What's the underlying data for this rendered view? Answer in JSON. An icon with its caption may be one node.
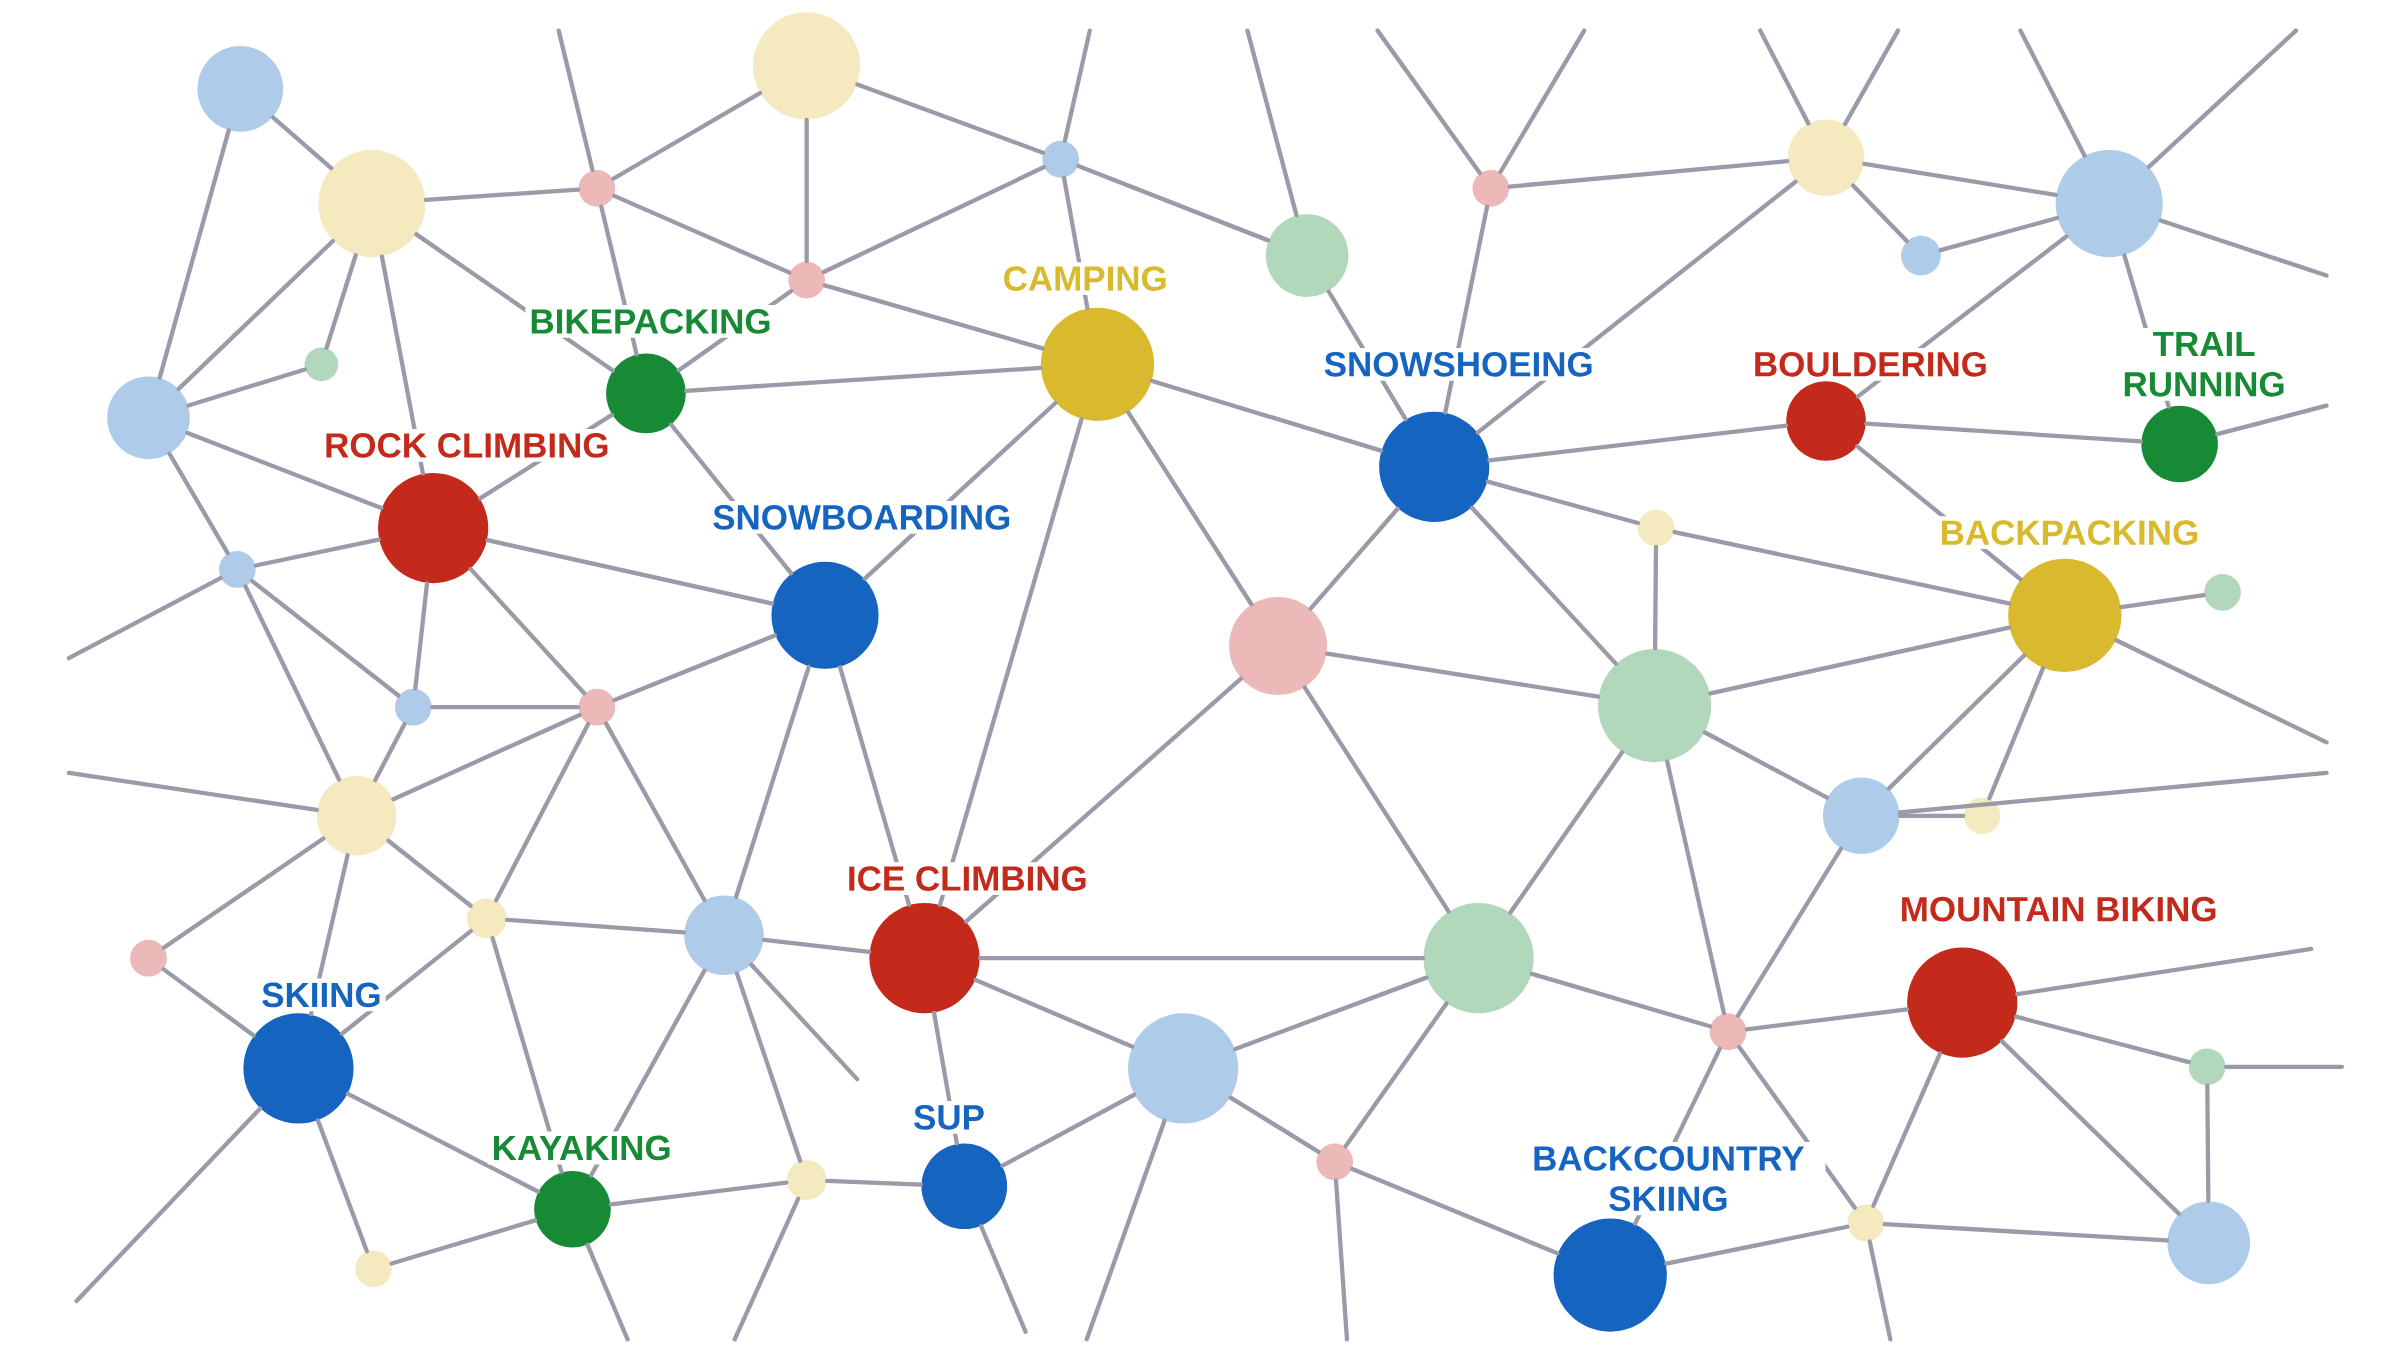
{
  "diagram": {
    "nodes": [
      {
        "text": [],
        "shape": "circle"
      },
      {
        "text": [],
        "shape": "circle"
      },
      {
        "text": [],
        "shape": "circle"
      },
      {
        "text": [],
        "shape": "circle"
      },
      {
        "text": [],
        "shape": "circle"
      },
      {
        "text": [],
        "shape": "circle"
      },
      {
        "text": [],
        "shape": "circle"
      },
      {
        "text": [],
        "shape": "circle"
      },
      {
        "text": [],
        "shape": "circle"
      },
      {
        "text": [],
        "shape": "circle"
      },
      {
        "text": [],
        "shape": "circle"
      },
      {
        "text": [],
        "shape": "circle"
      },
      {
        "text": [
          "BIKEPACKING"
        ]
      },
      {
        "text": [
          "CAMPING"
        ]
      },
      {
        "text": [],
        "shape": "circle"
      },
      {
        "text": [
          "SNOWSHOEING"
        ]
      },
      {
        "text": [
          "BOULDERING"
        ]
      },
      {
        "text": [
          "TRAIL RUNNING"
        ]
      },
      {
        "text": [
          "ROCK CLIMBING"
        ]
      },
      {
        "text": [],
        "shape": "circle"
      },
      {
        "text": [],
        "shape": "circle"
      },
      {
        "text": [],
        "shape": "circle"
      },
      {
        "text": [
          "SNOWBOARDING"
        ]
      },
      {
        "text": [
          "BACKPACKING"
        ]
      },
      {
        "text": [],
        "shape": "circle"
      },
      {
        "text": [],
        "shape": "circle"
      },
      {
        "text": [],
        "shape": "circle"
      },
      {
        "text": [],
        "shape": "circle"
      },
      {
        "text": [],
        "shape": "circle"
      },
      {
        "text": [],
        "shape": "circle"
      },
      {
        "text": [],
        "shape": "circle"
      },
      {
        "text": [],
        "shape": "circle"
      },
      {
        "text": [],
        "shape": "circle"
      },
      {
        "text": [
          "ICE CLIMBING"
        ]
      },
      {
        "text": [],
        "shape": "circle"
      },
      {
        "text": [],
        "shape": "circle"
      },
      {
        "text": [
          "MOUNTAIN BIKING"
        ]
      },
      {
        "text": [],
        "shape": "circle"
      },
      {
        "text": [
          "SKIING"
        ]
      },
      {
        "text": [],
        "shape": "circle"
      },
      {
        "text": [],
        "shape": "circle"
      },
      {
        "text": [],
        "shape": "circle"
      },
      {
        "text": [],
        "shape": "circle"
      },
      {
        "text": [
          "SUP"
        ]
      },
      {
        "text": [
          "KAYAKING"
        ]
      },
      {
        "text": [],
        "shape": "circle"
      },
      {
        "text": [],
        "shape": "circle"
      },
      {
        "text": [
          "BACKCOUNTRY SKIING"
        ]
      },
      {
        "text": [],
        "shape": "circle"
      }
    ],
    "edges": [
      {
        "from": 0,
        "to": 2,
        "arrow": "none"
      },
      {
        "from": 0,
        "to": 14,
        "arrow": "none"
      },
      {
        "from": 2,
        "to": 3,
        "arrow": "none"
      },
      {
        "from": 2,
        "to": 14,
        "arrow": "none"
      },
      {
        "from": 2,
        "to": 11,
        "arrow": "none"
      },
      {
        "from": 2,
        "to": 18,
        "arrow": "none"
      },
      {
        "from": 2,
        "to": 12,
        "arrow": "none"
      },
      {
        "from": 3,
        "to": 1,
        "arrow": "none"
      },
      {
        "from": 3,
        "to": 10,
        "arrow": "none"
      },
      {
        "from": 3,
        "to": 12,
        "arrow": "none"
      },
      {
        "from": 1,
        "to": 4,
        "arrow": "none"
      },
      {
        "from": 1,
        "to": 10,
        "arrow": "none"
      },
      {
        "from": 4,
        "to": 10,
        "arrow": "none"
      },
      {
        "from": 4,
        "to": 8,
        "arrow": "none"
      },
      {
        "from": 4,
        "to": 13,
        "arrow": "none"
      },
      {
        "from": 10,
        "to": 13,
        "arrow": "none"
      },
      {
        "from": 10,
        "to": 12,
        "arrow": "none"
      },
      {
        "from": 12,
        "to": 13,
        "arrow": "none"
      },
      {
        "from": 12,
        "to": 22,
        "arrow": "none"
      },
      {
        "from": 13,
        "to": 22,
        "arrow": "none"
      },
      {
        "from": 13,
        "to": 15,
        "arrow": "none"
      },
      {
        "from": 13,
        "to": 24,
        "arrow": "none"
      },
      {
        "from": 13,
        "to": 33,
        "arrow": "none"
      },
      {
        "from": 14,
        "to": 11,
        "arrow": "none"
      },
      {
        "from": 14,
        "to": 18,
        "arrow": "none"
      },
      {
        "from": 14,
        "to": 20,
        "arrow": "none"
      },
      {
        "from": 18,
        "to": 12,
        "arrow": "none"
      },
      {
        "from": 18,
        "to": 20,
        "arrow": "none"
      },
      {
        "from": 18,
        "to": 22,
        "arrow": "none"
      },
      {
        "from": 18,
        "to": 25,
        "arrow": "none"
      },
      {
        "from": 18,
        "to": 26,
        "arrow": "none"
      },
      {
        "from": 20,
        "to": 25,
        "arrow": "none"
      },
      {
        "from": 20,
        "to": 28,
        "arrow": "none"
      },
      {
        "from": 25,
        "to": 26,
        "arrow": "none"
      },
      {
        "from": 25,
        "to": 28,
        "arrow": "none"
      },
      {
        "from": 26,
        "to": 22,
        "arrow": "none"
      },
      {
        "from": 26,
        "to": 28,
        "arrow": "none"
      },
      {
        "from": 26,
        "to": 31,
        "arrow": "none"
      },
      {
        "from": 26,
        "to": 32,
        "arrow": "none"
      },
      {
        "from": 22,
        "to": 32,
        "arrow": "none"
      },
      {
        "from": 22,
        "to": 33,
        "arrow": "none"
      },
      {
        "from": 28,
        "to": 35,
        "arrow": "none"
      },
      {
        "from": 28,
        "to": 31,
        "arrow": "none"
      },
      {
        "from": 28,
        "to": 38,
        "arrow": "none"
      },
      {
        "from": 31,
        "to": 32,
        "arrow": "none"
      },
      {
        "from": 31,
        "to": 38,
        "arrow": "none"
      },
      {
        "from": 31,
        "to": 44,
        "arrow": "none"
      },
      {
        "from": 35,
        "to": 38,
        "arrow": "none"
      },
      {
        "from": 32,
        "to": 33,
        "arrow": "none"
      },
      {
        "from": 32,
        "to": 42,
        "arrow": "none"
      },
      {
        "from": 32,
        "to": 44,
        "arrow": "none"
      },
      {
        "from": 33,
        "to": 34,
        "arrow": "none"
      },
      {
        "from": 33,
        "to": 39,
        "arrow": "none"
      },
      {
        "from": 33,
        "to": 43,
        "arrow": "none"
      },
      {
        "from": 34,
        "to": 24,
        "arrow": "none"
      },
      {
        "from": 34,
        "to": 27,
        "arrow": "none"
      },
      {
        "from": 34,
        "to": 37,
        "arrow": "none"
      },
      {
        "from": 34,
        "to": 39,
        "arrow": "none"
      },
      {
        "from": 34,
        "to": 41,
        "arrow": "none"
      },
      {
        "from": 24,
        "to": 15,
        "arrow": "none"
      },
      {
        "from": 24,
        "to": 27,
        "arrow": "none"
      },
      {
        "from": 24,
        "to": 33,
        "arrow": "none"
      },
      {
        "from": 15,
        "to": 5,
        "arrow": "none"
      },
      {
        "from": 15,
        "to": 16,
        "arrow": "none"
      },
      {
        "from": 15,
        "to": 19,
        "arrow": "none"
      },
      {
        "from": 15,
        "to": 27,
        "arrow": "none"
      },
      {
        "from": 15,
        "to": 8,
        "arrow": "none"
      },
      {
        "from": 5,
        "to": 6,
        "arrow": "none"
      },
      {
        "from": 6,
        "to": 7,
        "arrow": "none"
      },
      {
        "from": 6,
        "to": 9,
        "arrow": "none"
      },
      {
        "from": 6,
        "to": 15,
        "arrow": "none"
      },
      {
        "from": 7,
        "to": 9,
        "arrow": "none"
      },
      {
        "from": 7,
        "to": 16,
        "arrow": "none"
      },
      {
        "from": 7,
        "to": 17,
        "arrow": "none"
      },
      {
        "from": 16,
        "to": 17,
        "arrow": "none"
      },
      {
        "from": 16,
        "to": 23,
        "arrow": "none"
      },
      {
        "from": 19,
        "to": 27,
        "arrow": "none"
      },
      {
        "from": 19,
        "to": 23,
        "arrow": "none"
      },
      {
        "from": 23,
        "to": 21,
        "arrow": "none"
      },
      {
        "from": 23,
        "to": 27,
        "arrow": "none"
      },
      {
        "from": 23,
        "to": 29,
        "arrow": "none"
      },
      {
        "from": 23,
        "to": 30,
        "arrow": "none"
      },
      {
        "from": 27,
        "to": 29,
        "arrow": "none"
      },
      {
        "from": 27,
        "to": 37,
        "arrow": "none"
      },
      {
        "from": 29,
        "to": 30,
        "arrow": "none"
      },
      {
        "from": 29,
        "to": 37,
        "arrow": "none"
      },
      {
        "from": 36,
        "to": 37,
        "arrow": "none"
      },
      {
        "from": 36,
        "to": 45,
        "arrow": "none"
      },
      {
        "from": 36,
        "to": 40,
        "arrow": "none"
      },
      {
        "from": 36,
        "to": 46,
        "arrow": "none"
      },
      {
        "from": 37,
        "to": 45,
        "arrow": "none"
      },
      {
        "from": 37,
        "to": 47,
        "arrow": "none"
      },
      {
        "from": 40,
        "to": 46,
        "arrow": "none"
      },
      {
        "from": 39,
        "to": 41,
        "arrow": "none"
      },
      {
        "from": 39,
        "to": 43,
        "arrow": "none"
      },
      {
        "from": 41,
        "to": 47,
        "arrow": "none"
      },
      {
        "from": 42,
        "to": 43,
        "arrow": "none"
      },
      {
        "from": 42,
        "to": 44,
        "arrow": "none"
      },
      {
        "from": 44,
        "to": 38,
        "arrow": "none"
      },
      {
        "from": 44,
        "to": 48,
        "arrow": "none"
      },
      {
        "from": 38,
        "to": 48,
        "arrow": "none"
      },
      {
        "from": 45,
        "to": 46,
        "arrow": "none"
      },
      {
        "from": 45,
        "to": 47,
        "arrow": "none"
      },
      {
        "from": 3,
        "to": null,
        "arrow": "none"
      },
      {
        "from": 4,
        "to": null,
        "arrow": "none"
      },
      {
        "from": 8,
        "to": null,
        "arrow": "none"
      },
      {
        "from": 5,
        "to": null,
        "arrow": "none"
      },
      {
        "from": 5,
        "to": null,
        "arrow": "none"
      },
      {
        "from": 6,
        "to": null,
        "arrow": "none"
      },
      {
        "from": 6,
        "to": null,
        "arrow": "none"
      },
      {
        "from": 7,
        "to": null,
        "arrow": "none"
      },
      {
        "from": 7,
        "to": null,
        "arrow": "none"
      },
      {
        "from": 7,
        "to": null,
        "arrow": "none"
      },
      {
        "from": 17,
        "to": null,
        "arrow": "none"
      },
      {
        "from": 23,
        "to": null,
        "arrow": "none"
      },
      {
        "from": 29,
        "to": null,
        "arrow": "none"
      },
      {
        "from": 36,
        "to": null,
        "arrow": "none"
      },
      {
        "from": 40,
        "to": null,
        "arrow": "none"
      },
      {
        "from": 20,
        "to": null,
        "arrow": "none"
      },
      {
        "from": 28,
        "to": null,
        "arrow": "none"
      },
      {
        "from": 38,
        "to": null,
        "arrow": "none"
      },
      {
        "from": 44,
        "to": null,
        "arrow": "none"
      },
      {
        "from": 42,
        "to": null,
        "arrow": "none"
      },
      {
        "from": 43,
        "to": null,
        "arrow": "none"
      },
      {
        "from": 39,
        "to": null,
        "arrow": "none"
      },
      {
        "from": 41,
        "to": null,
        "arrow": "none"
      },
      {
        "from": 45,
        "to": null,
        "arrow": "none"
      },
      {
        "from": 32,
        "to": null,
        "arrow": "none"
      }
    ]
  }
}
